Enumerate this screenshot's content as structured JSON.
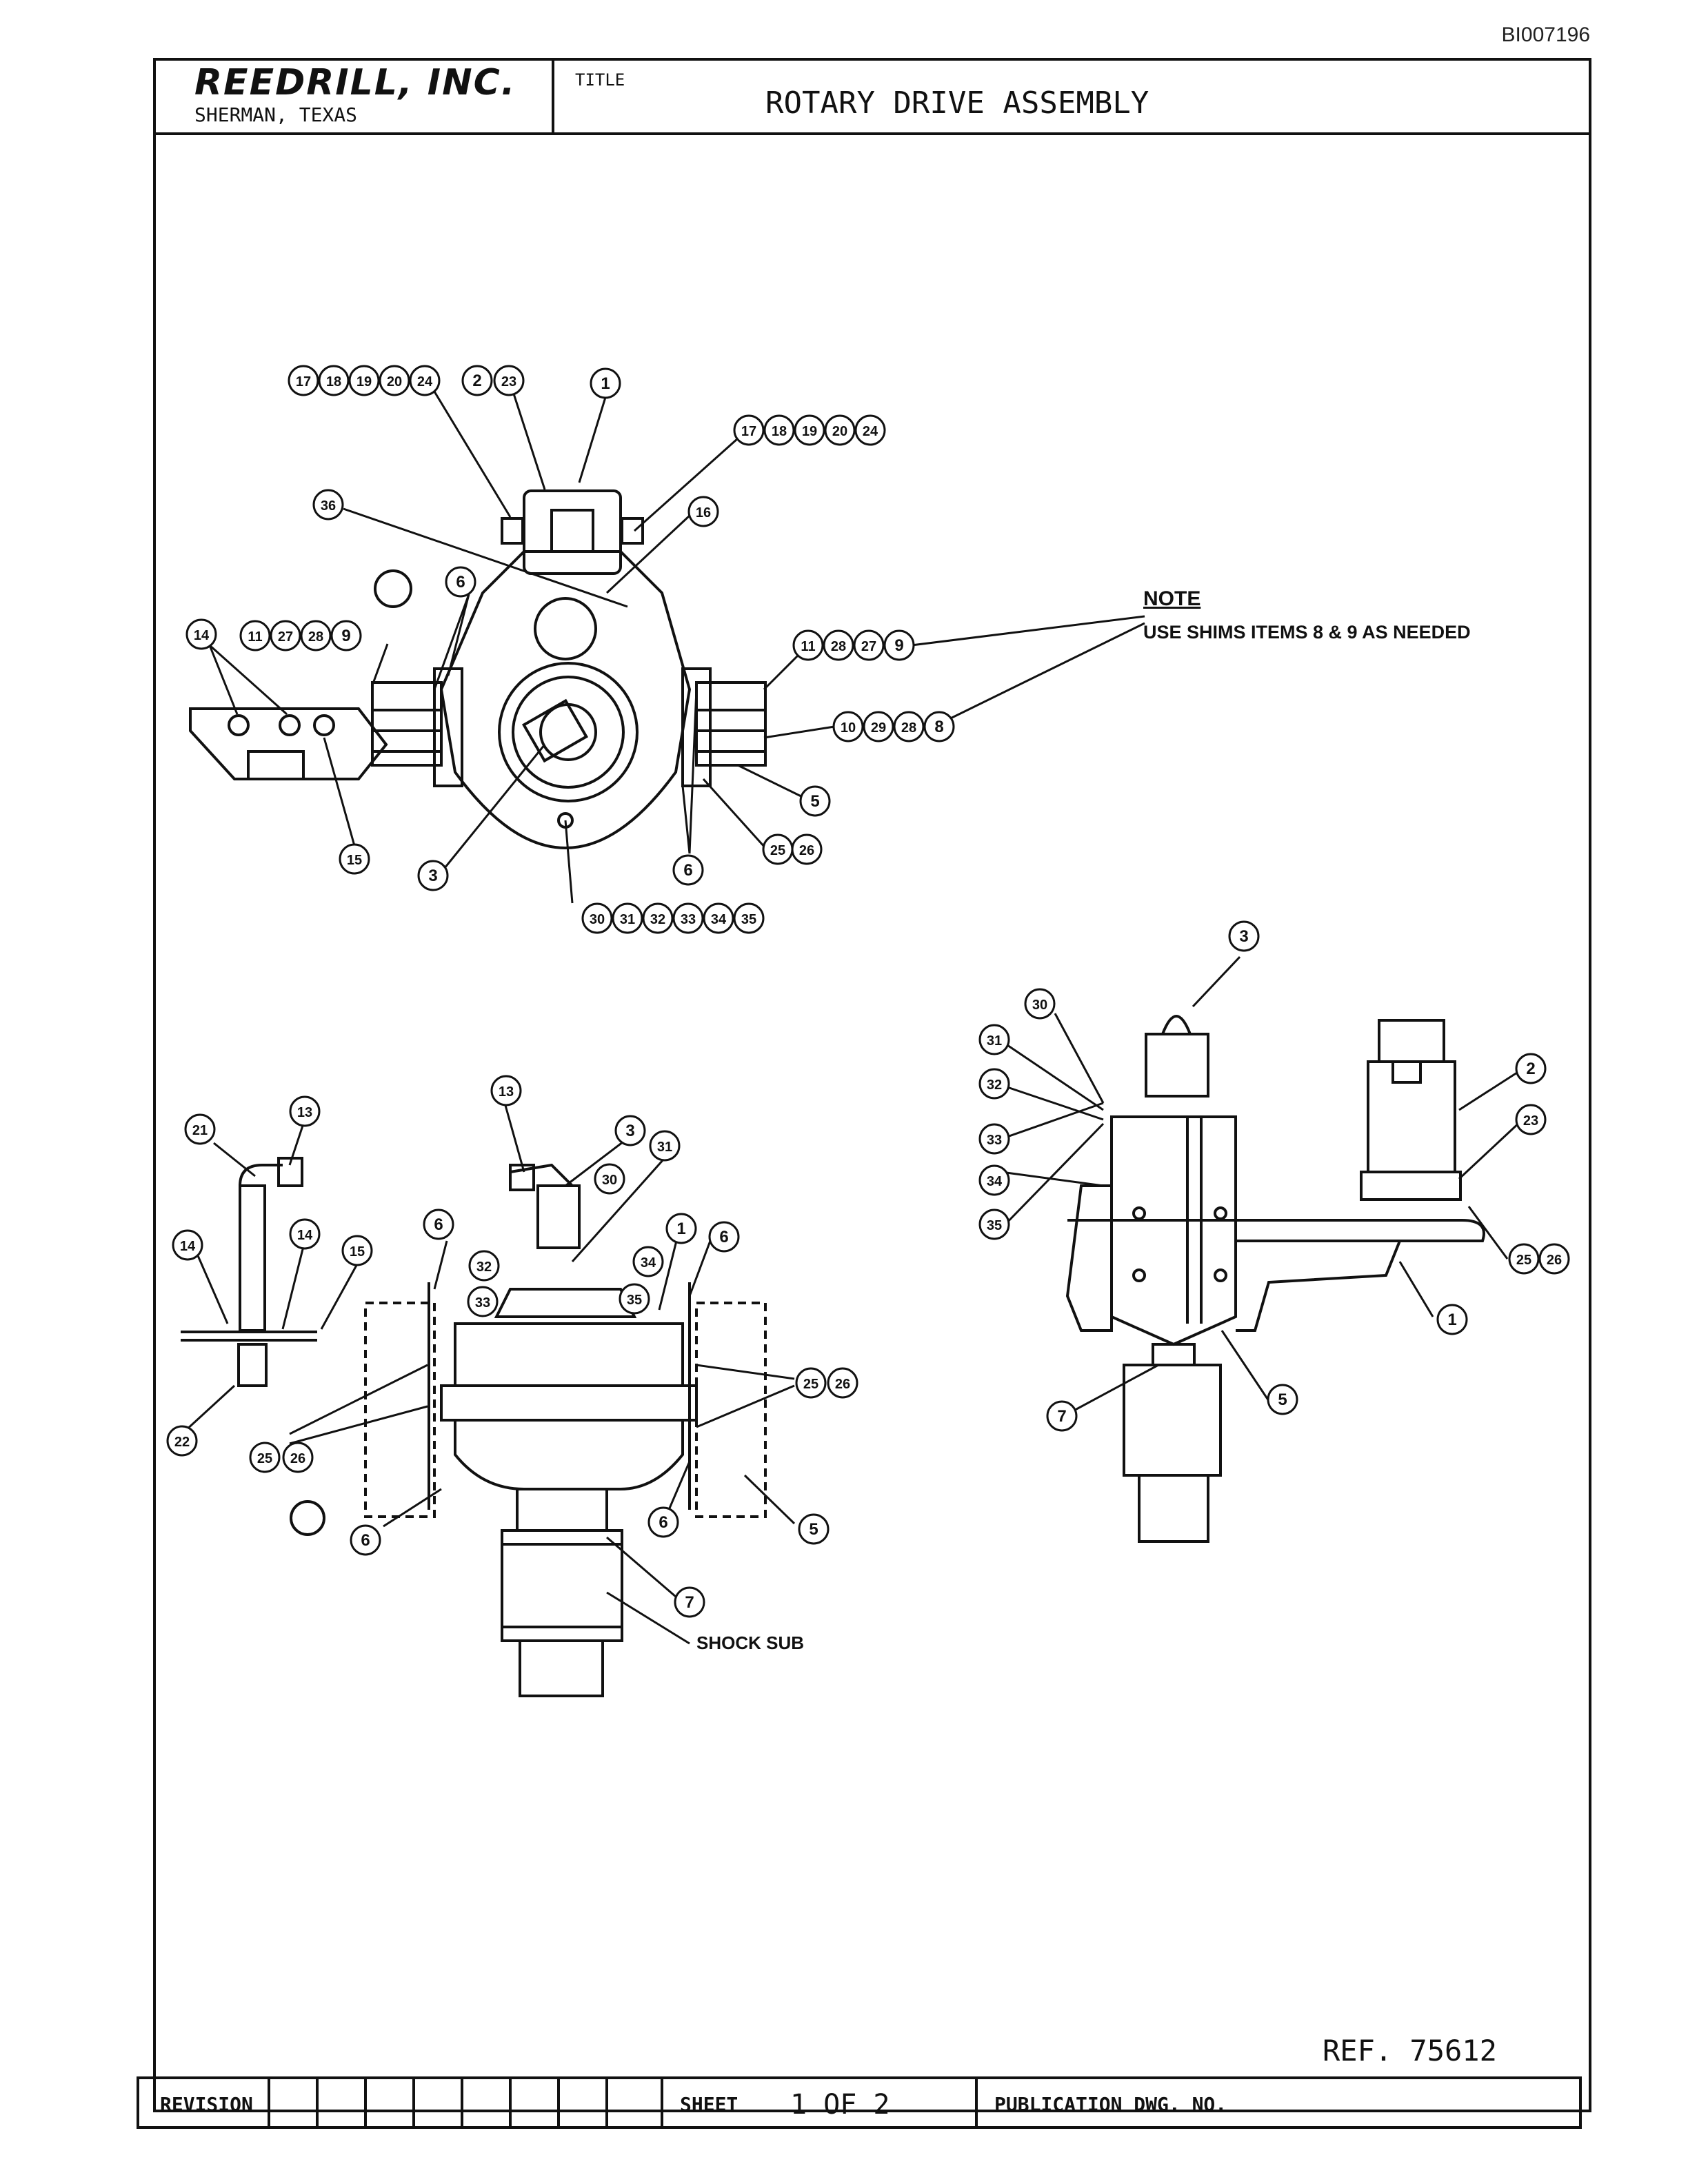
{
  "document_id": "BI007196",
  "title_block": {
    "company": "REEDRILL, INC.",
    "location": "SHERMAN, TEXAS",
    "title_label": "TITLE",
    "title": "ROTARY DRIVE ASSEMBLY"
  },
  "note": {
    "heading": "NOTE",
    "text": "USE SHIMS ITEMS 8 & 9 AS NEEDED"
  },
  "labels": {
    "shock_sub": "SHOCK SUB"
  },
  "reference": "REF. 75612",
  "footer": {
    "revision_label": "REVISION",
    "sheet_label": "SHEET",
    "sheet_value": "1 OF 2",
    "publication_label": "PUBLICATION DWG. NO."
  },
  "balloons": {
    "top_view": [
      "17",
      "18",
      "19",
      "20",
      "24",
      "2",
      "23",
      "1",
      "17",
      "18",
      "19",
      "20",
      "24",
      "36",
      "16",
      "14",
      "11",
      "27",
      "28",
      "9",
      "6",
      "11",
      "28",
      "27",
      "9",
      "10",
      "29",
      "28",
      "8",
      "5",
      "25",
      "26",
      "15",
      "3",
      "6",
      "30",
      "31",
      "32",
      "33",
      "34",
      "35"
    ],
    "side_view": [
      "3",
      "30",
      "31",
      "32",
      "33",
      "34",
      "35",
      "2",
      "23",
      "25",
      "26",
      "1",
      "5",
      "7"
    ],
    "front_view": [
      "21",
      "13",
      "13",
      "3",
      "31",
      "30",
      "14",
      "14",
      "15",
      "6",
      "32",
      "34",
      "33",
      "35",
      "1",
      "6",
      "25",
      "26",
      "22",
      "25",
      "26",
      "6",
      "6",
      "5",
      "7"
    ]
  }
}
